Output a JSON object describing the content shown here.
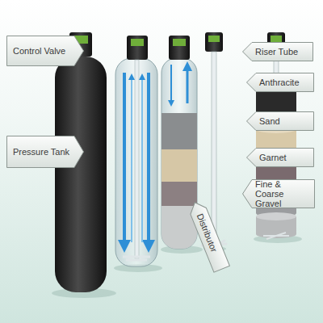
{
  "diagram": {
    "nodes": [
      {
        "text": [
          "Control Valve"
        ]
      },
      {
        "text": [
          "Riser Tube"
        ]
      },
      {
        "text": [
          "Anthracite"
        ]
      },
      {
        "text": [
          "Sand"
        ]
      },
      {
        "text": [
          "Pressure Tank"
        ]
      },
      {
        "text": [
          "Garnet"
        ]
      },
      {
        "text": [
          "Fine & Coarse Gravel"
        ]
      },
      {
        "text": [
          "Distributor"
        ]
      }
    ]
  }
}
